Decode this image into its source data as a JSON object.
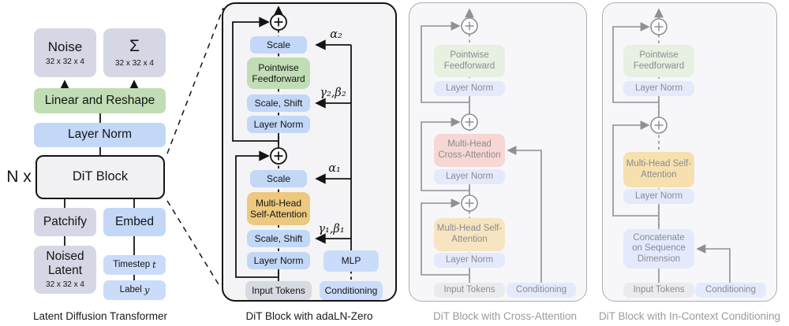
{
  "colors": {
    "box_blue": "#c3d7f7",
    "box_blue_light": "#cadcf9",
    "box_green": "#c1ddb5",
    "box_orange": "#edc87f",
    "box_gray": "#d5d7e4",
    "box_green_faded": "#e8f1e1",
    "box_blue_faded": "#e4eafc",
    "box_pink_faded": "#f6d7d4",
    "box_orange_faded": "#f7e5c1",
    "box_gray_faded": "#eaebef",
    "line_black": "#141414",
    "line_gray": "#8f8f94",
    "panel_fill": "#f4f4f6"
  },
  "panel1": {
    "caption": "Latent Diffusion Transformer",
    "multiplier": "N x",
    "noise": {
      "label": "Noise",
      "dims": "32 x 32 x 4"
    },
    "sigma": {
      "label": "Σ",
      "dims": "32 x 32 x 4"
    },
    "linear_reshape": "Linear and Reshape",
    "layer_norm": "Layer Norm",
    "dit_block": "DiT Block",
    "patchify": "Patchify",
    "embed": "Embed",
    "noised_latent": {
      "label": "Noised Latent",
      "dims": "32 x 32 x 4"
    },
    "timestep": {
      "label": "Timestep",
      "var": "t"
    },
    "label_y": {
      "label": "Label",
      "var": "y"
    }
  },
  "panel2": {
    "caption": "DiT Block with adaLN-Zero",
    "scale_top": "Scale",
    "pointwise_feedforward": "Pointwise Feedforward",
    "scale_shift_top": "Scale, Shift",
    "layer_norm_top": "Layer Norm",
    "scale_bottom": "Scale",
    "mhsa": "Multi-Head Self-Attention",
    "scale_shift_bottom": "Scale, Shift",
    "layer_norm_bottom": "Layer Norm",
    "input_tokens": "Input Tokens",
    "mlp": "MLP",
    "conditioning": "Conditioning",
    "alpha2": "α₂",
    "gamma_beta2": "γ₂,β₂",
    "alpha1": "α₁",
    "gamma_beta1": "γ₁,β₁"
  },
  "panel3": {
    "caption": "DiT Block with Cross-Attention",
    "pointwise_feedforward": "Pointwise Feedforward",
    "layer_norm_top": "Layer Norm",
    "mhca": "Multi-Head Cross-Attention",
    "layer_norm_mid": "Layer Norm",
    "mhsa": "Multi-Head Self-Attention",
    "layer_norm_bottom": "Layer Norm",
    "input_tokens": "Input Tokens",
    "conditioning": "Conditioning"
  },
  "panel4": {
    "caption": "DiT Block with In-Context Conditioning",
    "pointwise_feedforward": "Pointwise Feedforward",
    "layer_norm_top": "Layer Norm",
    "mhsa": "Multi-Head Self-Attention",
    "layer_norm_mid": "Layer Norm",
    "concatenate": "Concatenate on Sequence Dimension",
    "input_tokens": "Input Tokens",
    "conditioning": "Conditioning"
  }
}
